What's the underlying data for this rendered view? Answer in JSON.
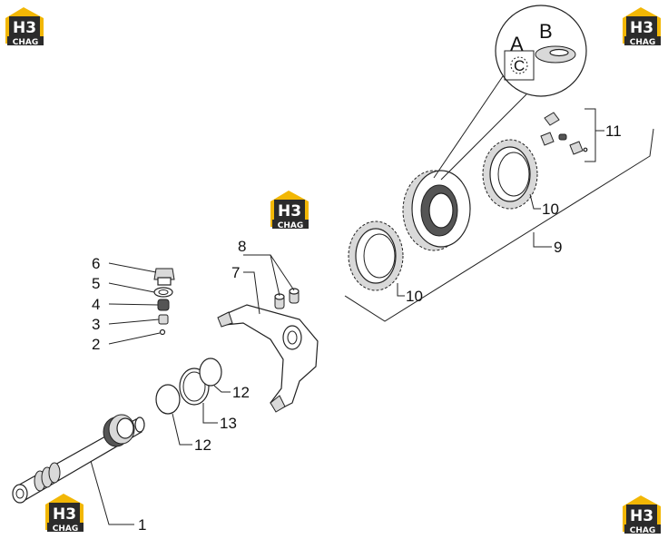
{
  "logo": {
    "brand_big": "H3",
    "brand_small": "CHAG",
    "color": "#f2b705",
    "dark": "#2b2b2b"
  },
  "callouts": {
    "c1": "1",
    "c2": "2",
    "c3": "3",
    "c4": "4",
    "c5": "5",
    "c6": "6",
    "c7": "7",
    "c8": "8",
    "c9": "9",
    "c10a": "10",
    "c10b": "10",
    "c11": "11",
    "c12a": "12",
    "c12b": "12",
    "c13": "13"
  },
  "detail": {
    "letter_a": "A",
    "letter_b": "B",
    "letter_c": "C"
  }
}
